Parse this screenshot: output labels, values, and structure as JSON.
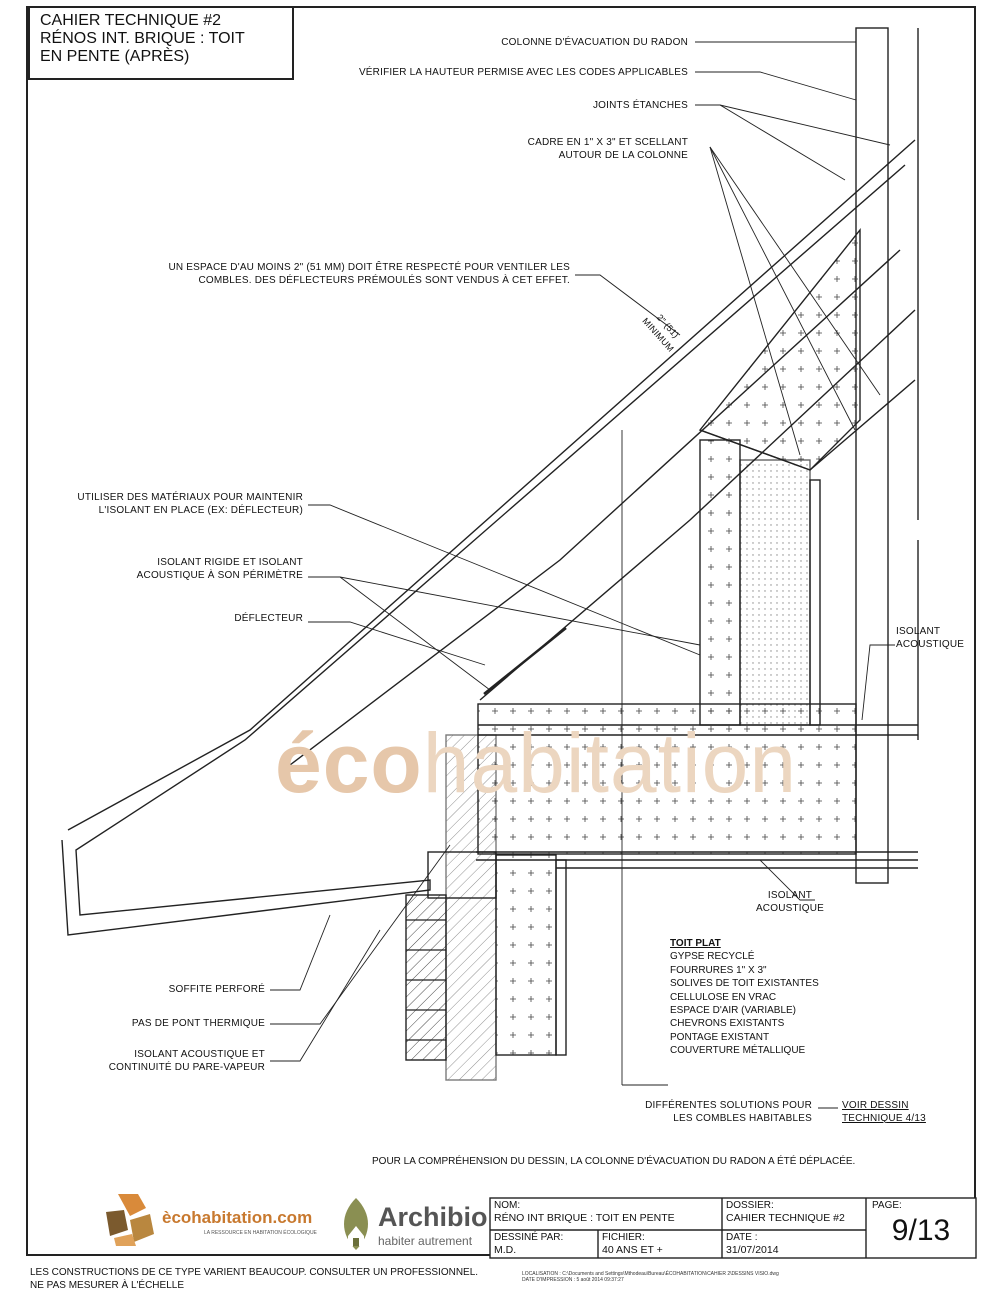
{
  "title": {
    "line1": "CAHIER TECHNIQUE #2",
    "line2": "RÉNOS INT. BRIQUE : TOIT",
    "line3": "EN PENTE (APRÈS)"
  },
  "labels": {
    "radon_column": "COLONNE D'ÉVACUATION DU RADON",
    "height_check": "VÉRIFIER LA HAUTEUR PERMISE AVEC LES CODES APPLICABLES",
    "joints": "JOINTS ÉTANCHES",
    "frame_1": "CADRE EN 1\" X 3\" ET SCELLANT",
    "frame_2": "AUTOUR DE LA  COLONNE",
    "space_1": "UN ESPACE D'AU MOINS 2\" (51 mm) DOIT ÊTRE RESPECTÉ POUR VENTILER LES",
    "space_2": "COMBLES. DES DÉFLECTEURS PRÉMOULÉS SONT VENDUS À CET EFFET.",
    "dim_1": "2\" (51)",
    "dim_2": "MINIMUM",
    "materials_1": "UTILISER DES MATÉRIAUX POUR MAINTENIR",
    "materials_2": "L'ISOLANT EN PLACE (EX: DÉFLECTEUR)",
    "rigid_1": "ISOLANT RIGIDE      ET ISOLANT",
    "rigid_2": "ACOUSTIQUE À SON PÉRIMÈTRE",
    "deflector": "DÉFLECTEUR",
    "acoustic_a1": "ISOLANT",
    "acoustic_a2": "ACOUSTIQUE",
    "acoustic_b1": "ISOLANT",
    "acoustic_b2": "ACOUSTIQUE",
    "soffit": "SOFFITE PERFORÉ",
    "thermal": "PAS DE PONT THERMIQUE",
    "acoustic_c1": "ISOLANT ACOUSTIQUE ET",
    "acoustic_c2": "CONTINUITÉ DU PARE-VAPEUR",
    "solutions_1": "DIFFÉRENTES SOLUTIONS POUR",
    "solutions_2": "LES COMBLES HABITABLES",
    "see_1": "VOIR DESSIN",
    "see_2": "TECHNIQUE 4/13"
  },
  "flat_roof": {
    "heading": "TOIT PLAT",
    "items": [
      "GYPSE RECYCLÉ",
      "FOURRURES 1\" X 3\"",
      "SOLIVES DE TOIT EXISTANTES",
      "CELLULOSE EN VRAC",
      "ESPACE D'AIR (VARIABLE)",
      "CHEVRONS EXISTANTS",
      "PONTAGE EXISTANT",
      "COUVERTURE MÉTALLIQUE"
    ]
  },
  "note": "POUR LA COMPRÉHENSION DU DESSIN, LA COLONNE D'ÉVACUATION DU RADON A ÉTÉ DÉPLACÉE.",
  "watermark": {
    "bold": "éco",
    "light": "habitation"
  },
  "logos": {
    "eco_brand": "ècohabitation.com",
    "eco_tagline": "LA RESSOURCE EN HABITATION ÉCOLOGIQUE",
    "archibio_brand": "Archibio",
    "archibio_tagline": "habiter autrement"
  },
  "title_block": {
    "nom_label": "NOM:",
    "nom_value": "RÉNO INT BRIQUE : TOIT EN PENTE",
    "dossier_label": "DOSSIER:",
    "dossier_value": "CAHIER TECHNIQUE #2",
    "page_label": "PAGE:",
    "page_value": "9/13",
    "drawn_label": "DESSINÉ PAR:",
    "drawn_value": "M.D.",
    "file_label": "FICHIER:",
    "file_value": "40 ANS ET +",
    "date_label": "DATE :",
    "date_value": "31/07/2014"
  },
  "footer": {
    "line1": "LES CONSTRUCTIONS DE CE TYPE VARIENT BEAUCOUP. CONSULTER UN PROFESSIONNEL.",
    "line2": "NE PAS MESURER À L'ÉCHELLE",
    "loc1": "LOCALISATION : C:\\Documents and Settings\\Mthodeau\\Bureau\\ÉCOHABITATION\\CAHIER 2\\DESSINS VISIO.dwg",
    "loc2": "DATE D'IMPRESSION : 5 août 2014 09:37:27"
  },
  "colors": {
    "line": "#222222",
    "watermark": "#ecd6c0",
    "eco_orange": "#c8792f",
    "archibio_green": "#6a6f3a"
  }
}
